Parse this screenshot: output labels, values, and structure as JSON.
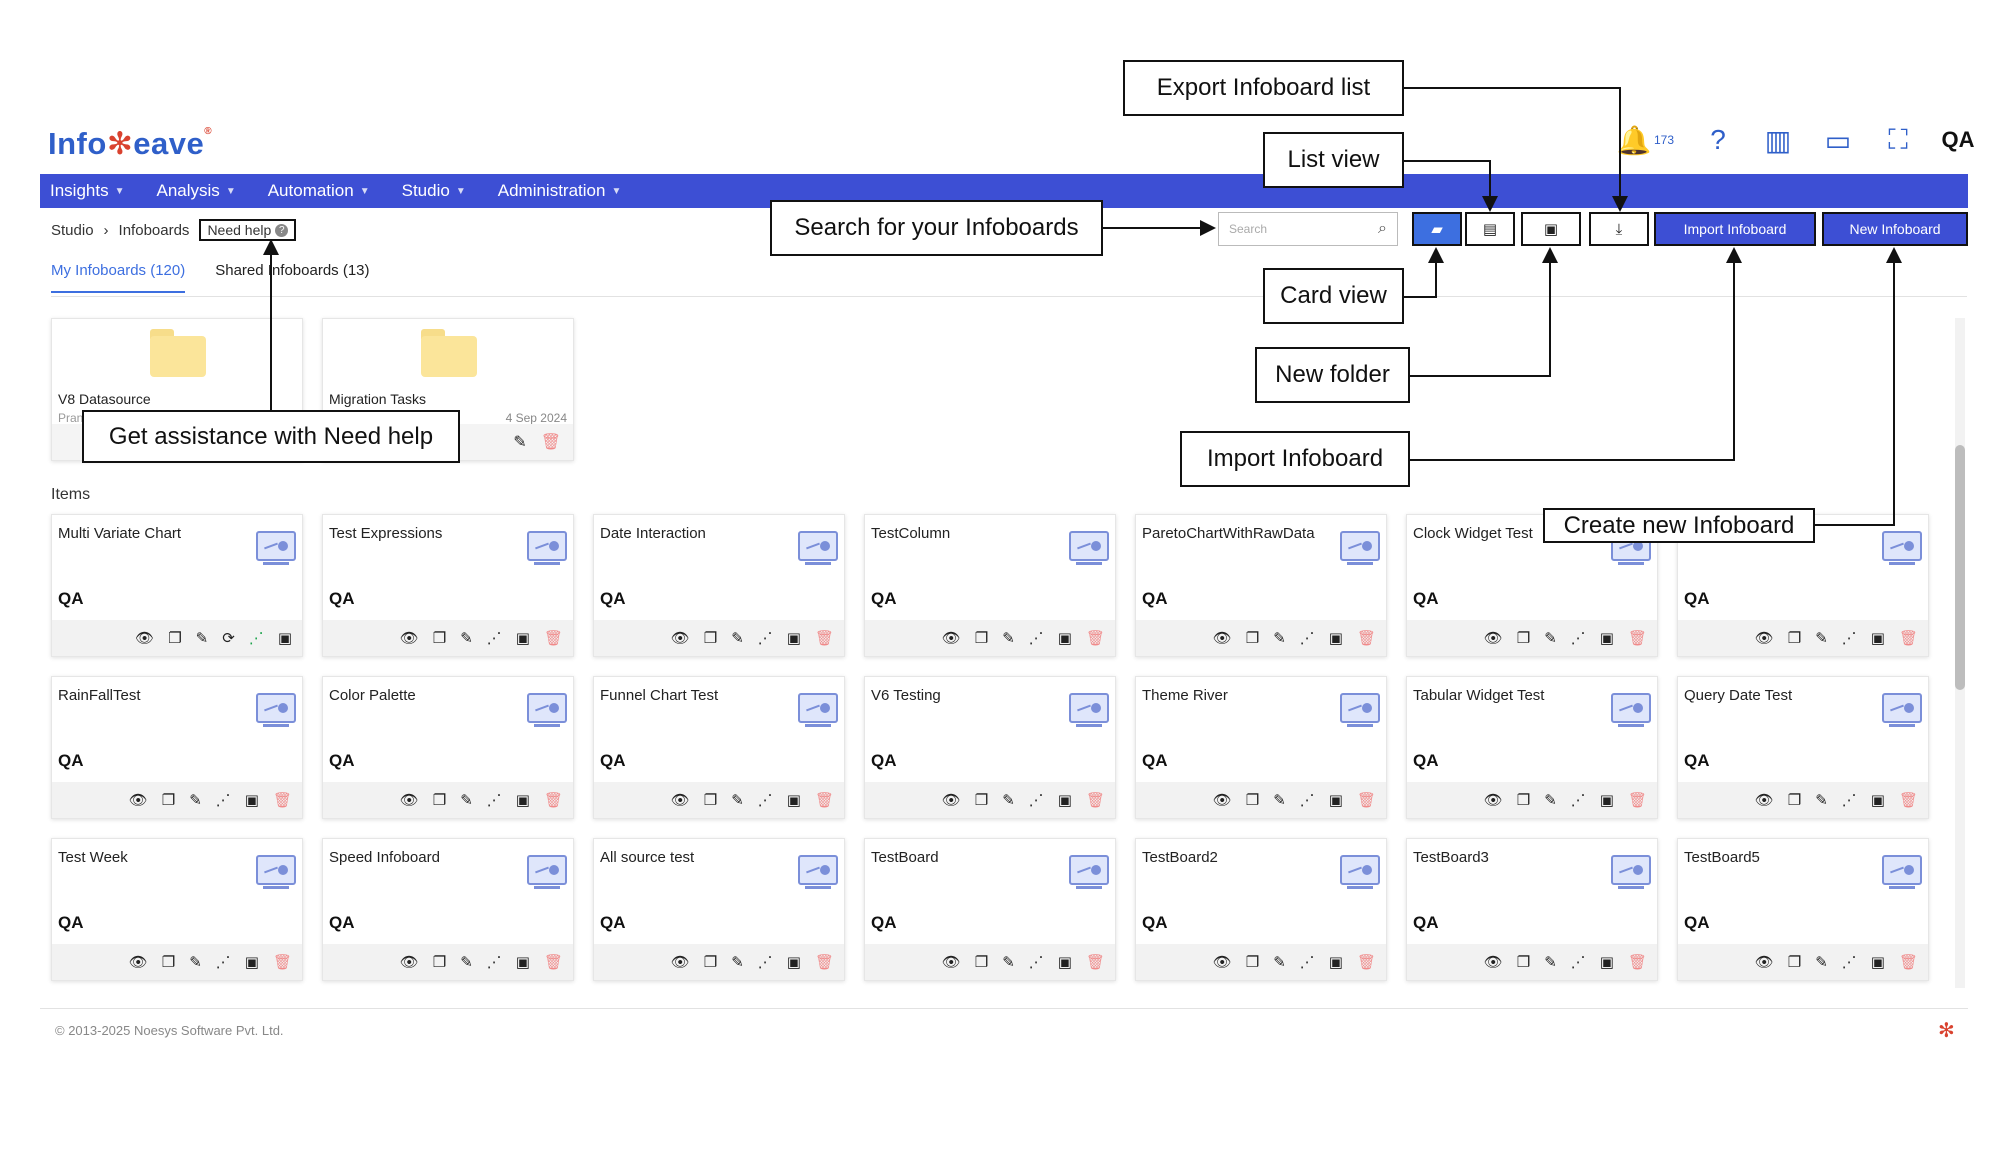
{
  "header": {
    "logo_text": "Infoveave",
    "notification_count": "173",
    "user_initials": "QA"
  },
  "nav": [
    {
      "label": "Insights"
    },
    {
      "label": "Analysis"
    },
    {
      "label": "Automation"
    },
    {
      "label": "Studio"
    },
    {
      "label": "Administration"
    }
  ],
  "breadcrumb": {
    "root": "Studio",
    "current": "Infoboards",
    "need_help": "Need help"
  },
  "toolbar": {
    "search_placeholder": "Search",
    "import_label": "Import Infoboard",
    "new_label": "New Infoboard"
  },
  "tabs": [
    {
      "label": "My Infoboards (120)"
    },
    {
      "label": "Shared Infoboards (13)"
    }
  ],
  "folders": [
    {
      "name": "V8 Datasource",
      "sub": "Pran",
      "date": ""
    },
    {
      "name": "Migration Tasks",
      "sub": "",
      "date": "4 Sep 2024"
    }
  ],
  "items_label": "Items",
  "items": [
    {
      "title": "Multi Variate Chart",
      "owner": "QA"
    },
    {
      "title": "Test Expressions",
      "owner": "QA"
    },
    {
      "title": "Date Interaction",
      "owner": "QA"
    },
    {
      "title": "TestColumn",
      "owner": "QA"
    },
    {
      "title": "ParetoChartWithRawData",
      "owner": "QA"
    },
    {
      "title": "Clock Widget Test",
      "owner": "QA"
    },
    {
      "title": "",
      "owner": "QA"
    },
    {
      "title": "RainFallTest",
      "owner": "QA"
    },
    {
      "title": "Color Palette",
      "owner": "QA"
    },
    {
      "title": "Funnel Chart Test",
      "owner": "QA"
    },
    {
      "title": "V6 Testing",
      "owner": "QA"
    },
    {
      "title": "Theme River",
      "owner": "QA"
    },
    {
      "title": "Tabular Widget Test",
      "owner": "QA"
    },
    {
      "title": "Query Date Test",
      "owner": "QA"
    },
    {
      "title": "Test Week",
      "owner": "QA"
    },
    {
      "title": "Speed Infoboard",
      "owner": "QA"
    },
    {
      "title": "All source test",
      "owner": "QA"
    },
    {
      "title": "TestBoard",
      "owner": "QA"
    },
    {
      "title": "TestBoard2",
      "owner": "QA"
    },
    {
      "title": "TestBoard3",
      "owner": "QA"
    },
    {
      "title": "TestBoard5",
      "owner": "QA"
    }
  ],
  "footer": "© 2013-2025 Noesys Software Pvt. Ltd.",
  "annotations": {
    "export": "Export Infoboard list",
    "list_view": "List view",
    "search": "Search for your Infoboards",
    "card_view": "Card view",
    "new_folder": "New folder",
    "import": "Import Infoboard",
    "create": "Create new Infoboard",
    "need_help": "Get assistance with Need help"
  }
}
